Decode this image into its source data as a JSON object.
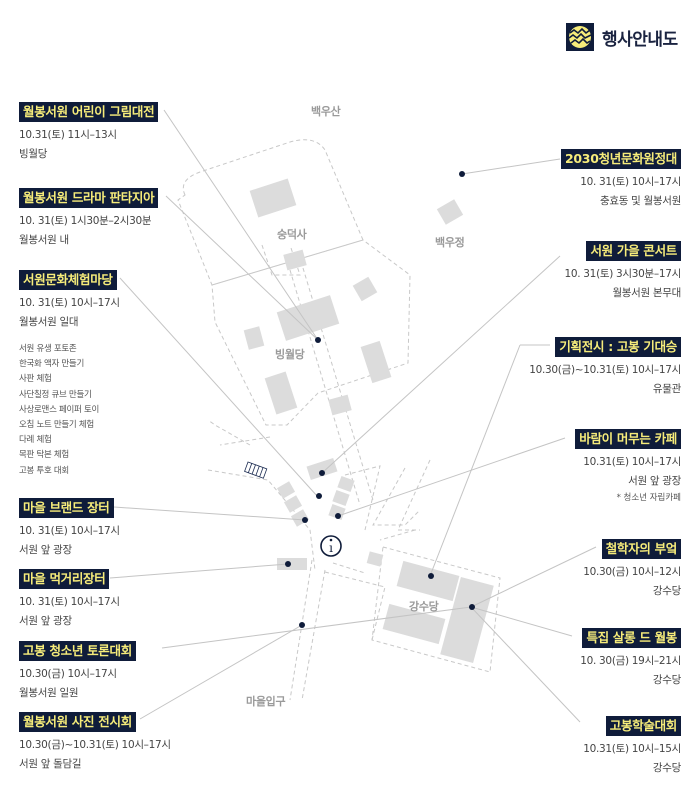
{
  "header": {
    "logo_icon": "event-guide-emblem-icon",
    "title": "행사안내도",
    "brand_colors": {
      "navy": "#0f1c3a",
      "yellow": "#f6ec7a"
    }
  },
  "places": {
    "baekusan": "백우산",
    "sungdeoksa": "숭덕사",
    "baekujeong": "백우정",
    "bingwoldang": "빙월당",
    "gangsudang": "강수당",
    "village_entrance": "마을입구"
  },
  "events_left": [
    {
      "title": "월봉서원 어린이 그림대전",
      "time": "10.31(토) 11시–13시",
      "location": "빙월당"
    },
    {
      "title": "월봉서원 드라마 판타지아",
      "time": "10. 31(토) 1시30분–2시30분",
      "location": "월봉서원 내"
    },
    {
      "title": "서원문화체험마당",
      "time": "10. 31(토) 10시–17시",
      "location": "월봉서원 일대",
      "activities": [
        "서원 유생 포토존",
        "한국화 액자 만들기",
        "사판 체험",
        "사단칠정 큐브 만들기",
        "사상로맨스 페이퍼 토이",
        "오침 노트 만들기 체험",
        "다례 체험",
        "목판 탁본 체험",
        "고봉 투호 대회"
      ]
    },
    {
      "title": "마을 브랜드 장터",
      "time": "10. 31(토) 10시–17시",
      "location": "서원 앞 광장"
    },
    {
      "title": "마을 먹거리장터",
      "time": "10. 31(토) 10시–17시",
      "location": "서원 앞 광장"
    },
    {
      "title": "고봉 청소년 토론대회",
      "time": "10.30(금) 10시–17시",
      "location": "월봉서원 일원"
    },
    {
      "title": "월봉서원 사진 전시회",
      "time": "10.30(금)~10.31(토) 10시–17시",
      "location": "서원 앞 돌담길"
    }
  ],
  "events_right": [
    {
      "title": "2030청년문화원정대",
      "time": "10. 31(토) 10시–17시",
      "location": "충효동 및 월봉서원"
    },
    {
      "title": "서원 가을 콘서트",
      "time": "10. 31(토) 3시30분–17시",
      "location": "월봉서원 본무대"
    },
    {
      "title": "기획전시 : 고봉 기대승",
      "time": "10.30(금)~10.31(토) 10시–17시",
      "location": "유물관"
    },
    {
      "title": "바람이 머무는 카페",
      "time": "10.31(토) 10시–17시",
      "location": "서원 앞 광장",
      "note": "* 청소년 자립카페"
    },
    {
      "title": "철학자의 부엌",
      "time": "10.30(금) 10시–12시",
      "location": "강수당"
    },
    {
      "title": "특집 살롱 드 월봉",
      "time": "10. 30(금) 19시–21시",
      "location": "강수당"
    },
    {
      "title": "고봉학술대회",
      "time": "10.31(토) 10시–15시",
      "location": "강수당"
    }
  ],
  "map_icons": {
    "info": "information-icon",
    "crosswalk": "crosswalk-icon",
    "marker": "location-marker-icon"
  }
}
